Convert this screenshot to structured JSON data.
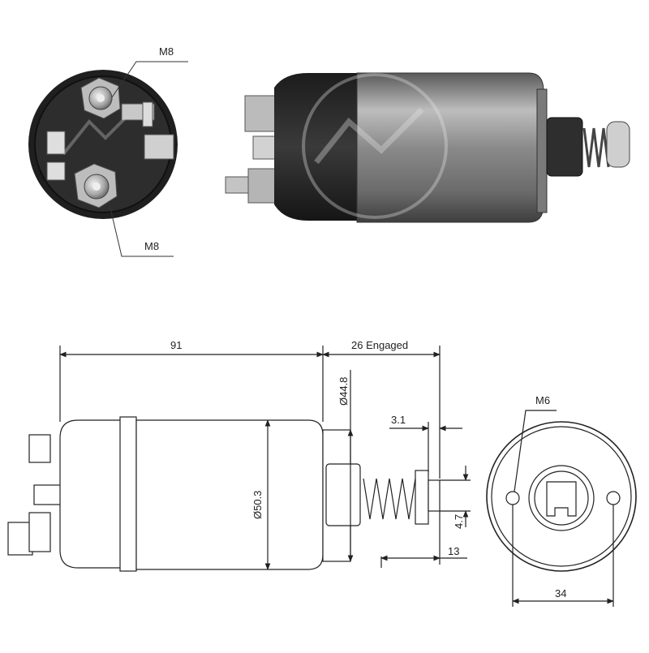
{
  "photo_end_view": {
    "top_terminal_label": "M8",
    "bottom_terminal_label": "M8"
  },
  "drawing": {
    "length_label": "91",
    "stroke_label": "26 Engaged",
    "flange_diameter_label": "Ø44.8",
    "body_diameter_label": "Ø50.3",
    "plunger_dim_a_label": "3.1",
    "plunger_dim_b_label": "4.7",
    "plunger_dim_c_label": "13",
    "mount_thread_label": "M6",
    "mount_spacing_label": "34"
  },
  "colors": {
    "line": "#222222",
    "body_dark": "#2b2b2b",
    "metal": "#9a9a9a"
  }
}
